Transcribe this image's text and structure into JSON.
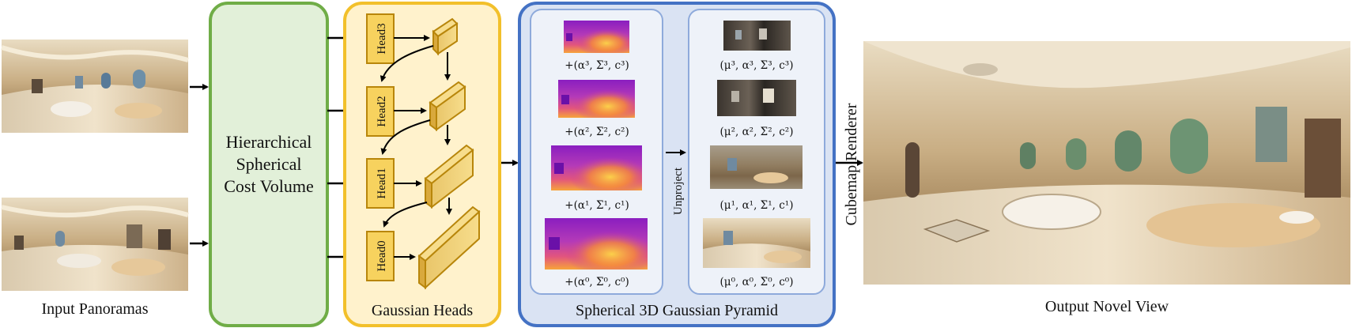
{
  "input_label": "Input Panoramas",
  "cost_volume_lines": [
    "Hierarchical",
    "Spherical",
    "Cost Volume"
  ],
  "heads_label": "Gaussian Heads",
  "heads": [
    "Head3",
    "Head2",
    "Head1",
    "Head0"
  ],
  "pyramid_label": "Spherical 3D Gaussian Pyramid",
  "unproject_label": "Unproject",
  "depth_captions": [
    "+(α³, Σ³, c³)",
    "+(α², Σ², c²)",
    "+(α¹, Σ¹, c¹)",
    "+(α⁰, Σ⁰, c⁰)"
  ],
  "gaussian_captions": [
    "(μ³, α³, Σ³, c³)",
    "(μ², α², Σ², c²)",
    "(μ¹, α¹, Σ¹, c¹)",
    "(μ⁰, α⁰, Σ⁰, c⁰)"
  ],
  "renderer_label": "Cubemap Renderer",
  "output_label": "Output Novel View",
  "colors": {
    "green_fill": "#e2f0d9",
    "green_stroke": "#70ad47",
    "yellow_fill": "#fff2cc",
    "yellow_stroke": "#f2c02b",
    "blue_fill": "#dae3f3",
    "blue_stroke": "#4472c4",
    "head_fill": "#f7d25e",
    "head_stroke": "#b8860b"
  }
}
